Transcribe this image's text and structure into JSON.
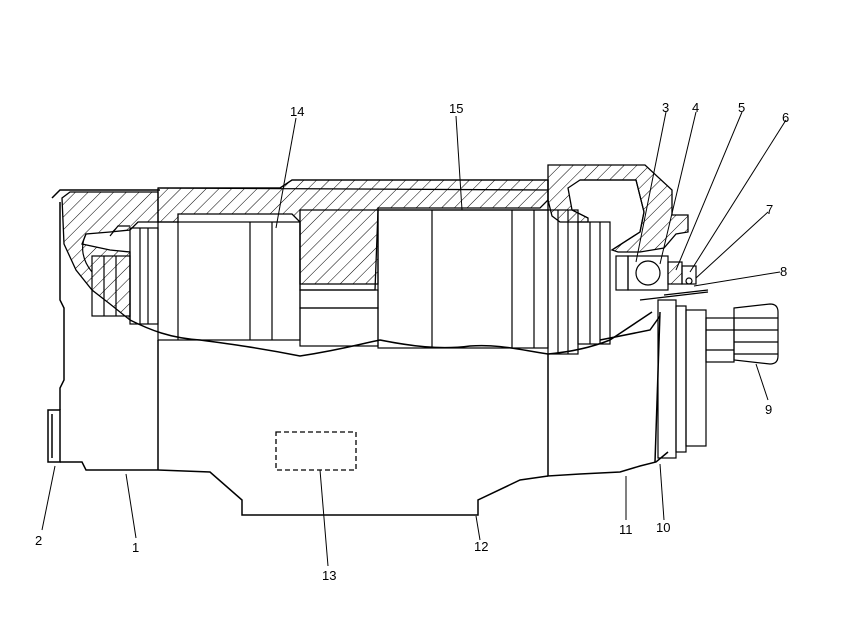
{
  "diagram": {
    "callouts": [
      {
        "id": "c1",
        "label": "1"
      },
      {
        "id": "c2",
        "label": "2"
      },
      {
        "id": "c3",
        "label": "3"
      },
      {
        "id": "c4",
        "label": "4"
      },
      {
        "id": "c5",
        "label": "5"
      },
      {
        "id": "c6",
        "label": "6"
      },
      {
        "id": "c7",
        "label": "7"
      },
      {
        "id": "c8",
        "label": "8"
      },
      {
        "id": "c9",
        "label": "9"
      },
      {
        "id": "c10",
        "label": "10"
      },
      {
        "id": "c11",
        "label": "11"
      },
      {
        "id": "c12",
        "label": "12"
      },
      {
        "id": "c13",
        "label": "13"
      },
      {
        "id": "c14",
        "label": "14"
      },
      {
        "id": "c15",
        "label": "15"
      }
    ]
  }
}
